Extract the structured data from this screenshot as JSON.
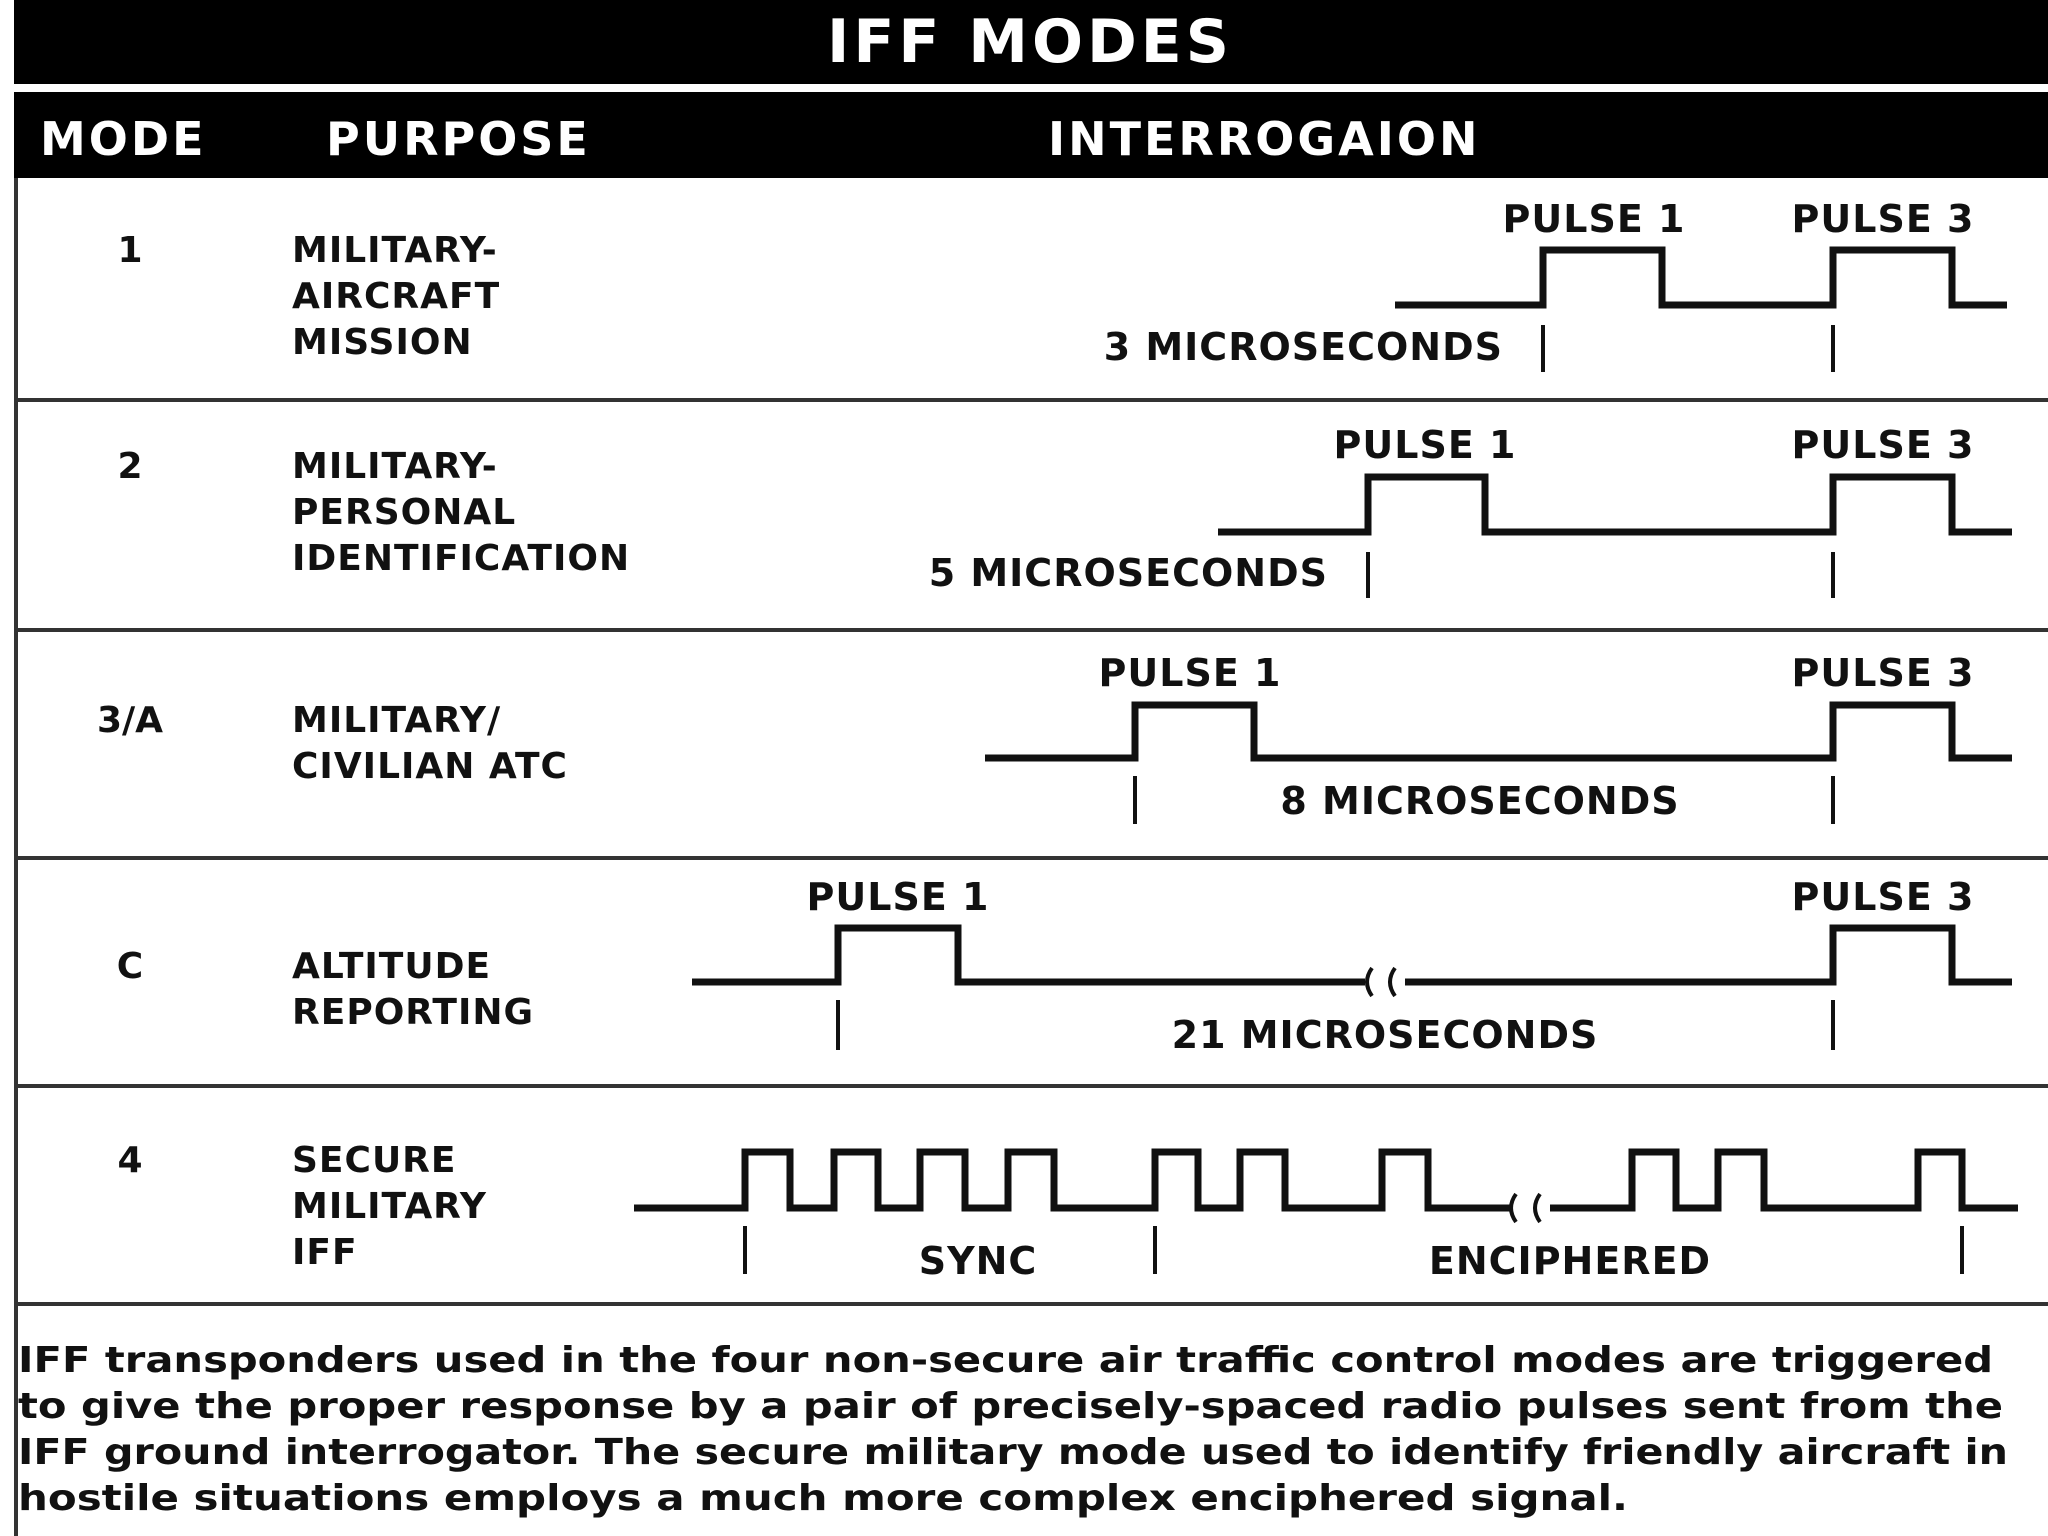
{
  "title": "IFF MODES",
  "headers": {
    "mode": "MODE",
    "purpose": "PURPOSE",
    "interrogation": "INTERROGAION"
  },
  "rows": [
    {
      "mode": "1",
      "purpose": [
        "MILITARY-",
        "AIRCRAFT",
        "MISSION"
      ],
      "pulse_labels": [
        "PULSE 1",
        "PULSE 3"
      ],
      "spacing_label": "3 MICROSECONDS",
      "spacing_microseconds": 3
    },
    {
      "mode": "2",
      "purpose": [
        "MILITARY-",
        "PERSONAL",
        "IDENTIFICATION"
      ],
      "pulse_labels": [
        "PULSE 1",
        "PULSE 3"
      ],
      "spacing_label": "5 MICROSECONDS",
      "spacing_microseconds": 5
    },
    {
      "mode": "3/A",
      "purpose": [
        "MILITARY/",
        "CIVILIAN ATC"
      ],
      "pulse_labels": [
        "PULSE 1",
        "PULSE 3"
      ],
      "spacing_label": "8 MICROSECONDS",
      "spacing_microseconds": 8
    },
    {
      "mode": "C",
      "purpose": [
        "ALTITUDE",
        "REPORTING"
      ],
      "pulse_labels": [
        "PULSE 1",
        "PULSE 3"
      ],
      "spacing_label": "21 MICROSECONDS",
      "spacing_microseconds": 21
    },
    {
      "mode": "4",
      "purpose": [
        "SECURE",
        "MILITARY",
        "IFF"
      ],
      "segment_labels": [
        "SYNC",
        "ENCIPHERED"
      ]
    }
  ],
  "caption": [
    "IFF transponders used in the four non-secure air traffic control modes are triggered",
    "to give the proper response by a pair of precisely-spaced radio pulses sent from the",
    "IFF ground interrogator. The secure military mode used to identify friendly aircraft in",
    "hostile situations employs a much more complex enciphered signal."
  ],
  "colors": {
    "ink": "#111111",
    "header_bg": "#000000",
    "paper": "#ffffff"
  }
}
